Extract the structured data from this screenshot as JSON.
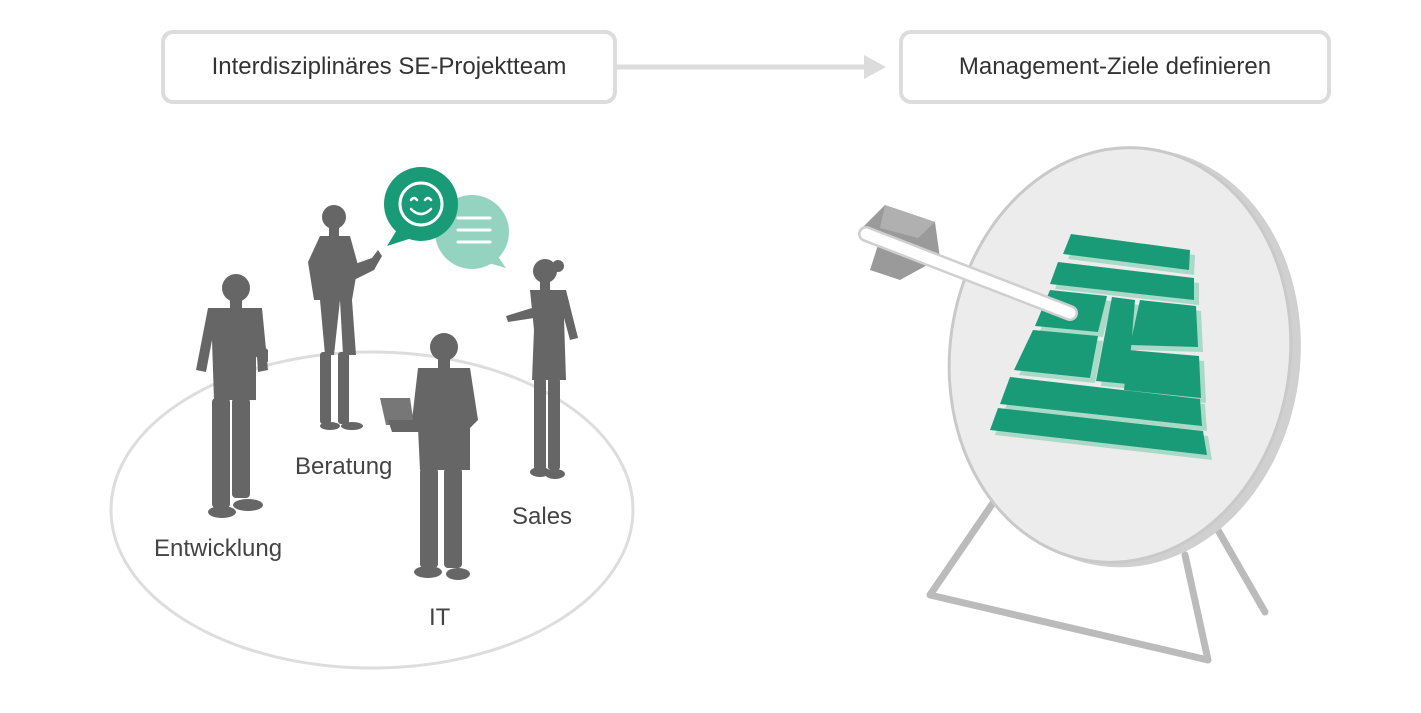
{
  "header": {
    "team_box": "Interdisziplinäres SE-Projektteam",
    "goal_box": "Management-Ziele definieren"
  },
  "team": {
    "labels": {
      "beratung": "Beratung",
      "entwicklung": "Entwicklung",
      "sales": "Sales",
      "it": "IT"
    }
  },
  "colors": {
    "accent": "#1a9b78",
    "accent_light": "#93d3bf",
    "silhouette": "#666666",
    "box_border": "#dcdcdc",
    "target_face": "#eeeeee",
    "stand": "#bbbbbb"
  },
  "icons": [
    "smiley-chat-icon",
    "text-chat-icon",
    "person-icon",
    "arrow-icon",
    "target-icon",
    "target-stand-icon",
    "pyramid-icon"
  ]
}
